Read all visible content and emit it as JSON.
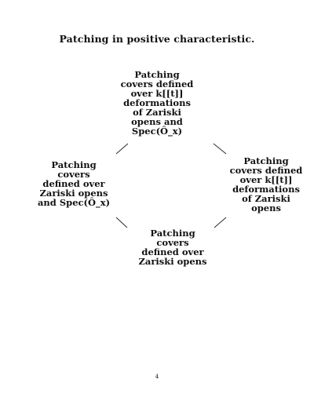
{
  "title": "Patching in positive characteristic.",
  "nodes": {
    "top": {
      "lines": [
        "Patching",
        "covers defined",
        "over k[[t]]",
        "deformations",
        "of Zariski",
        "opens and",
        "Spec(Ô_x)"
      ]
    },
    "left": {
      "lines": [
        "Patching",
        "covers",
        "defined over",
        "Zariski opens",
        "and Spec(Ô_x)"
      ]
    },
    "right": {
      "lines": [
        "Patching",
        "covers defined",
        "over k[[t]]",
        "deformations",
        "of Zariski",
        "opens"
      ]
    },
    "bottom": {
      "lines": [
        "Patching",
        "covers",
        "defined over",
        "Zariski opens"
      ]
    }
  },
  "page_number": "4"
}
